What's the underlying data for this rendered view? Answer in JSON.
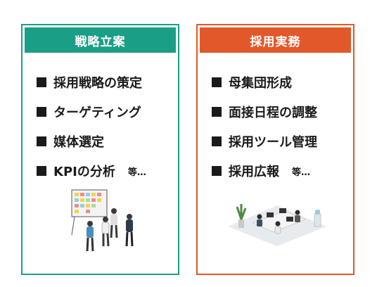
{
  "left_panel": {
    "title": "戦略立案",
    "color": "#1a9f86",
    "items": [
      "採用戦略の策定",
      "ターゲティング",
      "媒体選定",
      "KPIの分析"
    ],
    "etc": "等…",
    "illustration": "team-whiteboard-planning"
  },
  "right_panel": {
    "title": "採用実務",
    "color": "#e2582a",
    "items": [
      "母集団形成",
      "面接日程の調整",
      "採用ツール管理",
      "採用広報"
    ],
    "etc": "等…",
    "illustration": "office-desk-workers"
  }
}
